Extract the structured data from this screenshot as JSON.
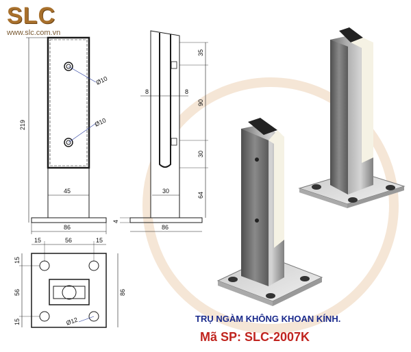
{
  "brand": {
    "logo": "SLC",
    "website": "www.slc.com.vn"
  },
  "product": {
    "title": "TRỤ NGÀM KHÔNG KHOAN KÍNH.",
    "code": "Mã SP: SLC-2007K"
  },
  "front_view": {
    "height": "219",
    "inner_width": "45",
    "base_width": "86",
    "hole_top": "Ø10",
    "hole_bottom": "Ø10"
  },
  "side_view": {
    "d1": "35",
    "d2": "90",
    "d3": "30",
    "d4": "64",
    "slot_left": "8",
    "slot_right": "8",
    "width": "30",
    "base_width": "86",
    "plate_thickness": "4"
  },
  "plan_view": {
    "top_a": "15",
    "top_b": "56",
    "top_c": "15",
    "left_a": "15",
    "left_b": "56",
    "left_c": "15",
    "side": "86",
    "hole": "Ø12"
  },
  "colors": {
    "line": "#1a1a1a",
    "dim": "#2a2a2a",
    "title": "#1a2a8c",
    "code": "#c0241e",
    "logo": "#a8702c"
  }
}
